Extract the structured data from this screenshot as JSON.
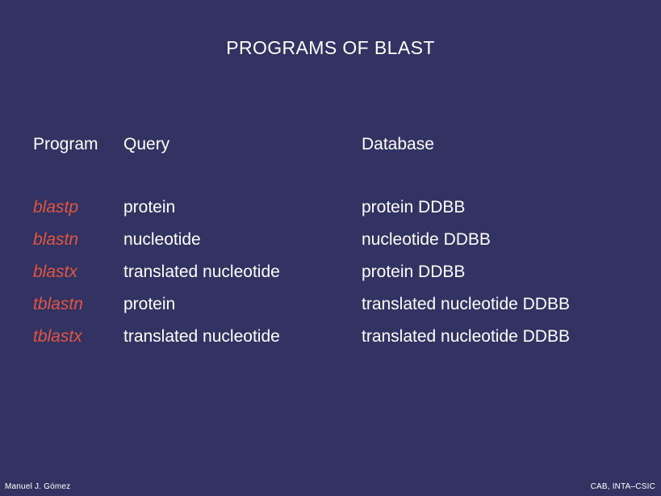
{
  "slide": {
    "title": "PROGRAMS OF BLAST",
    "background_color": "#333363",
    "text_color": "#ffffff",
    "accent_color": "#e0553f"
  },
  "table": {
    "headers": {
      "program": "Program",
      "query": "Query",
      "database": "Database"
    },
    "rows": [
      {
        "program": "blastp",
        "query": "protein",
        "database": "protein DDBB"
      },
      {
        "program": "blastn",
        "query": "nucleotide",
        "database": "nucleotide DDBB"
      },
      {
        "program": "blastx",
        "query": "translated nucleotide",
        "database": "protein DDBB"
      },
      {
        "program": "tblastn",
        "query": "protein",
        "database": "translated nucleotide DDBB"
      },
      {
        "program": "tblastx",
        "query": "translated nucleotide",
        "database": "translated nucleotide DDBB"
      }
    ]
  },
  "footer": {
    "author": "Manuel J. Gómez",
    "affiliation": "CAB, INTA–CSIC"
  }
}
